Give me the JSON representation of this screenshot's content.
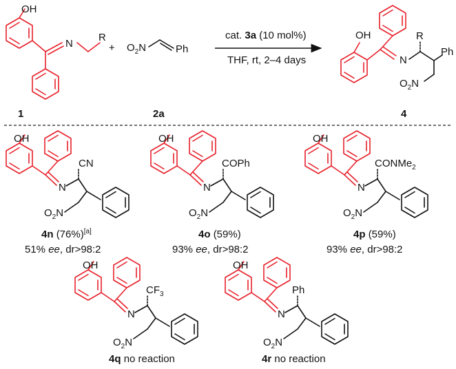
{
  "reaction": {
    "reagent_pre": "cat.",
    "catalyst_label": "3a",
    "loading": "(10 mol%)",
    "conditions": "THF, rt, 2–4 days",
    "plus": "+"
  },
  "compounds": {
    "c1": "1",
    "c2a": "2a",
    "c4": "4",
    "c4n": "4n",
    "c4o": "4o",
    "c4p": "4p",
    "c4q": "4q",
    "c4r": "4r"
  },
  "atoms": {
    "oh": "OH",
    "n": "N",
    "r": "R",
    "ph": "Ph",
    "o2": "O",
    "two": "2",
    "cn": "CN",
    "coph": "COPh",
    "conme": "CONMe",
    "cf": "CF",
    "three": "3"
  },
  "results": {
    "yield_4n": "(76%)",
    "note_4n": "[a]",
    "yield_4o": "(59%)",
    "yield_4p": "(59%)",
    "ee_4n": "51%",
    "ee_4o": "93%",
    "ee_4p": "93%",
    "ee_word": "ee",
    "dr": ", dr>98:2",
    "noreact_4q": "no reaction",
    "noreact_4r": "no reaction"
  },
  "colors": {
    "highlight": "#e8202a",
    "ink": "#111111"
  }
}
